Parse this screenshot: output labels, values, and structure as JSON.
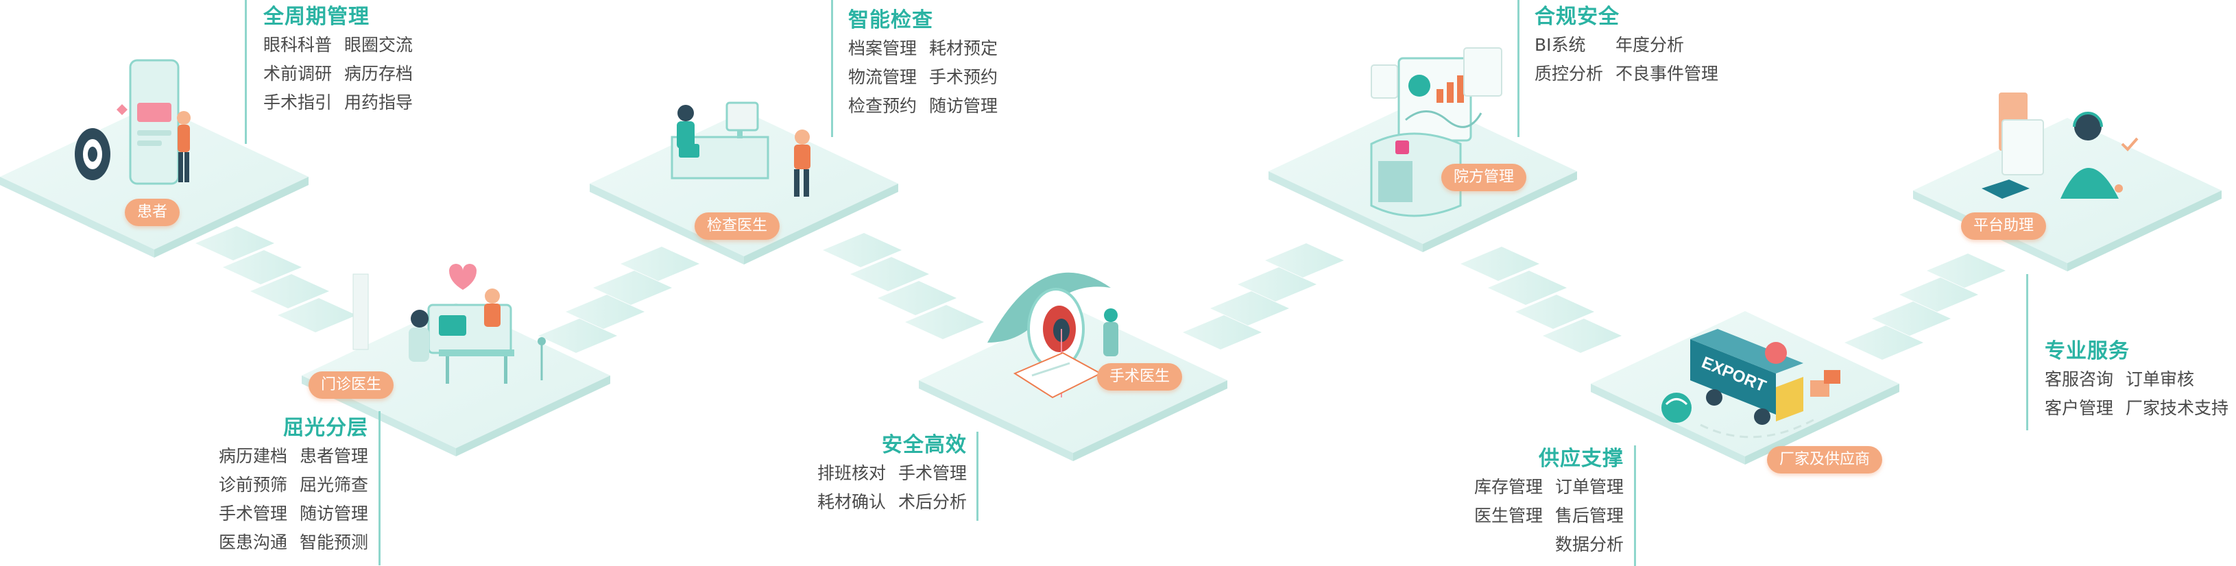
{
  "colors": {
    "accent": "#2bb3a3",
    "badge": "#f4a97f",
    "platform": "#e4f5f3",
    "platform_edge": "#cdeae6"
  },
  "stations": [
    {
      "id": "patient",
      "badge": "患者",
      "icon": "patient-eye-phone-icon",
      "title": "全周期管理",
      "items": [
        [
          "眼科科普",
          "眼圈交流"
        ],
        [
          "术前调研",
          "病历存档"
        ],
        [
          "手术指引",
          "用药指导"
        ]
      ]
    },
    {
      "id": "clinic",
      "badge": "门诊医生",
      "icon": "clinic-doctor-desk-icon",
      "title": "屈光分层",
      "items": [
        [
          "病历建档",
          "患者管理"
        ],
        [
          "诊前预筛",
          "屈光筛查"
        ],
        [
          "手术管理",
          "随访管理"
        ],
        [
          "医患沟通",
          "智能预测"
        ]
      ]
    },
    {
      "id": "exam",
      "badge": "检查医生",
      "icon": "exam-doctor-equipment-icon",
      "title": "智能检查",
      "items": [
        [
          "档案管理",
          "耗材预定"
        ],
        [
          "物流管理",
          "手术预约"
        ],
        [
          "检查预约",
          "随访管理"
        ]
      ]
    },
    {
      "id": "surgery",
      "badge": "手术医生",
      "icon": "surgery-eye-icon",
      "title": "安全高效",
      "items": [
        [
          "排班核对",
          "手术管理"
        ],
        [
          "耗材确认",
          "术后分析"
        ]
      ]
    },
    {
      "id": "hospital",
      "badge": "院方管理",
      "icon": "hospital-dashboard-icon",
      "title": "合规安全",
      "items": [
        [
          "BI系统",
          "年度分析"
        ],
        [
          "质控分析",
          "不良事件管理"
        ]
      ]
    },
    {
      "id": "supplier",
      "badge": "厂家及供应商",
      "icon": "export-truck-icon",
      "title": "供应支撑",
      "items": [
        [
          "库存管理",
          "订单管理"
        ],
        [
          "医生管理",
          "售后管理"
        ],
        [
          "数据分析"
        ]
      ]
    },
    {
      "id": "assistant",
      "badge": "平台助理",
      "icon": "assistant-headset-icon",
      "title": "专业服务",
      "items": [
        [
          "客服咨询",
          "订单审核"
        ],
        [
          "客户管理",
          "厂家技术支持"
        ]
      ]
    }
  ]
}
